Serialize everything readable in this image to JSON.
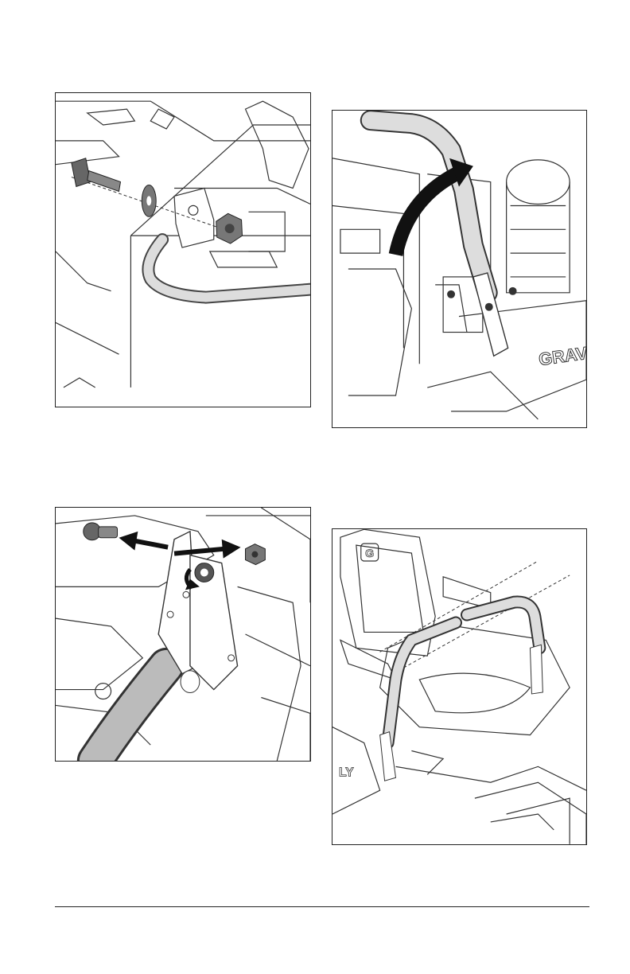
{
  "page": {
    "figures": [
      {
        "id": "battery-terminal",
        "caption": ""
      },
      {
        "id": "lever-raise",
        "caption": ""
      },
      {
        "id": "pivot-bolt",
        "caption": ""
      },
      {
        "id": "lever-alignment",
        "caption": ""
      }
    ],
    "brand_fragments": {
      "deck_label": "GRAV",
      "console_label": "LY",
      "seat_logo": "G"
    }
  }
}
